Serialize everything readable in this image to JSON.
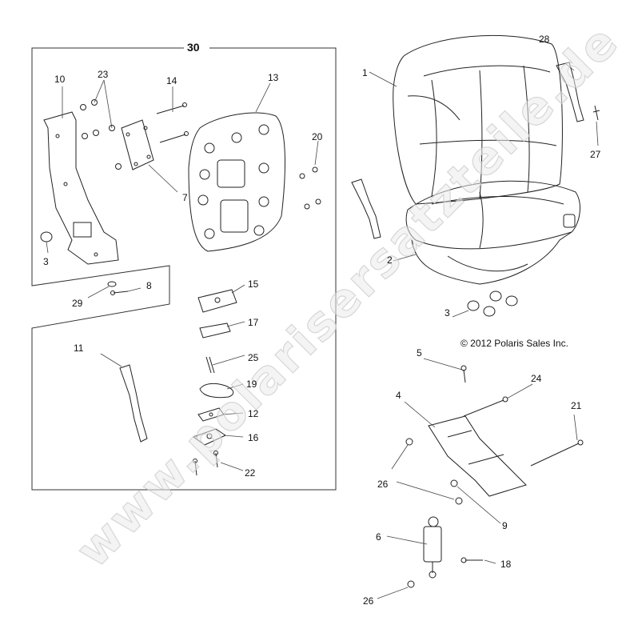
{
  "diagram": {
    "group_label": "30",
    "copyright": "© 2012 Polaris Sales Inc.",
    "watermark": "www.polarisersatzteile.de",
    "callouts": {
      "c1": "1",
      "c2": "2",
      "c3a": "3",
      "c3b": "3",
      "c4": "4",
      "c5": "5",
      "c6": "6",
      "c7": "7",
      "c8": "8",
      "c9": "9",
      "c10": "10",
      "c11": "11",
      "c12": "12",
      "c13": "13",
      "c14": "14",
      "c15": "15",
      "c16": "16",
      "c17": "17",
      "c18": "18",
      "c19": "19",
      "c20": "20",
      "c21": "21",
      "c22": "22",
      "c23": "23",
      "c24": "24",
      "c25": "25",
      "c26a": "26",
      "c26b": "26",
      "c27": "27",
      "c28": "28",
      "c29": "29"
    }
  }
}
